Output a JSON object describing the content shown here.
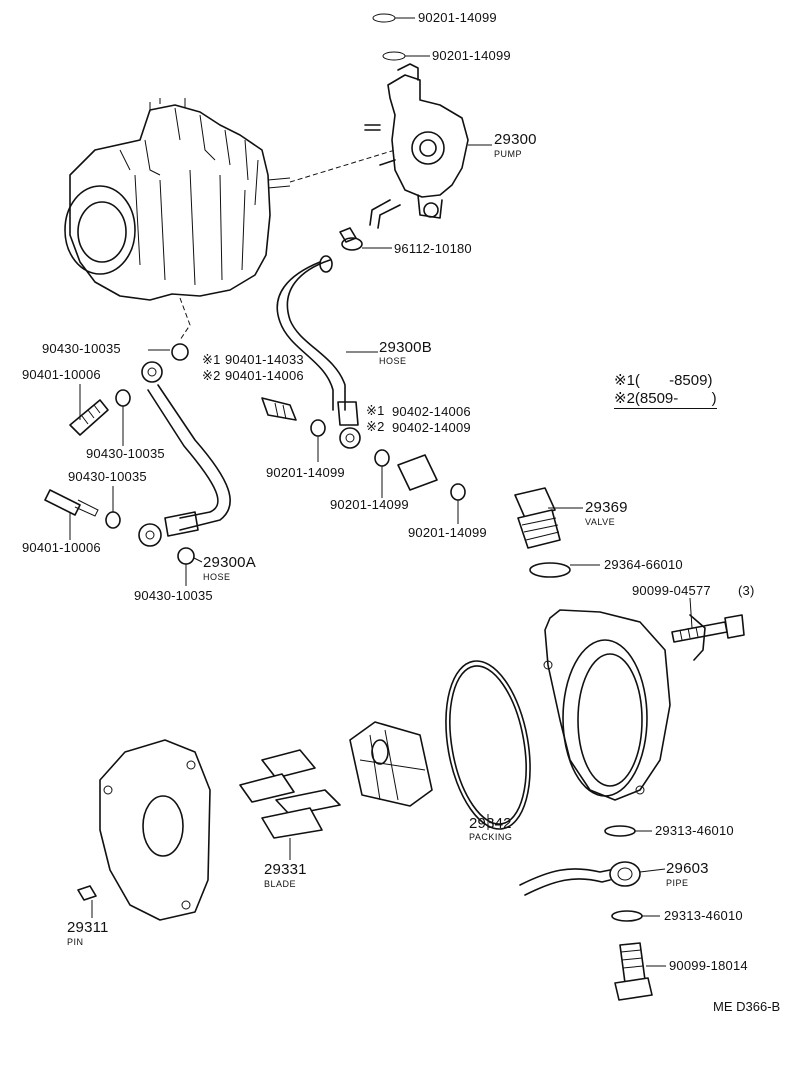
{
  "labels": {
    "washer_top_1": "90201-14099",
    "washer_top_2": "90201-14099",
    "pump_num": "29300",
    "pump_name": "PUMP",
    "clip": "96112-10180",
    "hose_b_num": "29300B",
    "hose_b_name": "HOSE",
    "washer_left_1": "90430-10035",
    "bolt_a1_mark": "※1",
    "bolt_a1": "90401-14033",
    "bolt_a2_mark": "※2",
    "bolt_a2": "90401-14006",
    "bolt_left_1": "90401-10006",
    "bolt_b1_mark": "※1",
    "bolt_b1": "90402-14006",
    "bolt_b2_mark": "※2",
    "bolt_b2": "90402-14009",
    "washer_left_2": "90430-10035",
    "washer_left_3": "90430-10035",
    "washer_mid_1": "90201-14099",
    "washer_mid_2": "90201-14099",
    "washer_mid_3": "90201-14099",
    "valve_num": "29369",
    "valve_name": "VALVE",
    "bolt_left_2": "90401-10006",
    "hose_a_num": "29300A",
    "hose_a_name": "HOSE",
    "washer_left_4": "90430-10035",
    "gasket": "29364-66010",
    "bolt_right": "90099-04577",
    "bolt_right_qty": "(3)",
    "packing_num": "29342",
    "packing_name": "PACKING",
    "gasket_pipe_1": "29313-46010",
    "pipe_num": "29603",
    "pipe_name": "PIPE",
    "blade_num": "29331",
    "blade_name": "BLADE",
    "gasket_pipe_2": "29313-46010",
    "pin_num": "29311",
    "pin_name": "PIN",
    "union_bolt": "90099-18014"
  },
  "legend": {
    "line1": "※1(       -8509)",
    "line2": "※2(8509-        )"
  },
  "drawing_code": "ME D366-B"
}
